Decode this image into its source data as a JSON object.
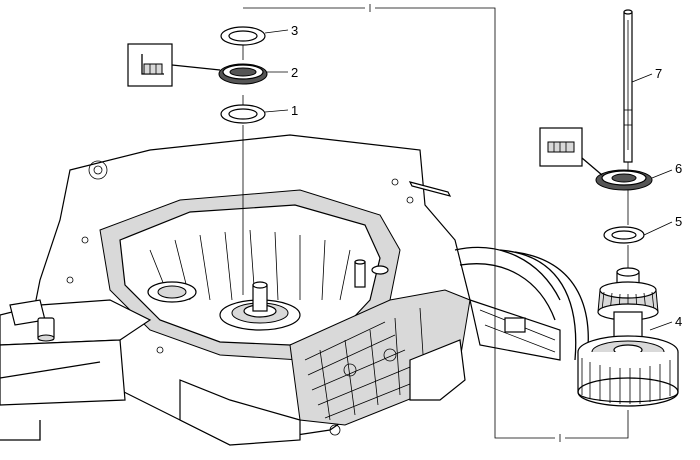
{
  "callouts": [
    {
      "id": "1",
      "label": "1"
    },
    {
      "id": "2",
      "label": "2"
    },
    {
      "id": "3",
      "label": "3"
    },
    {
      "id": "4",
      "label": "4"
    },
    {
      "id": "5",
      "label": "5"
    },
    {
      "id": "6",
      "label": "6"
    },
    {
      "id": "7",
      "label": "7"
    }
  ],
  "icons": {
    "tool_left": "bearing-installer-tool-icon",
    "tool_right": "bearing-installer-tool-icon"
  },
  "colors": {
    "line": "#000000",
    "background": "#ffffff",
    "shade": "#d9d9d9"
  }
}
